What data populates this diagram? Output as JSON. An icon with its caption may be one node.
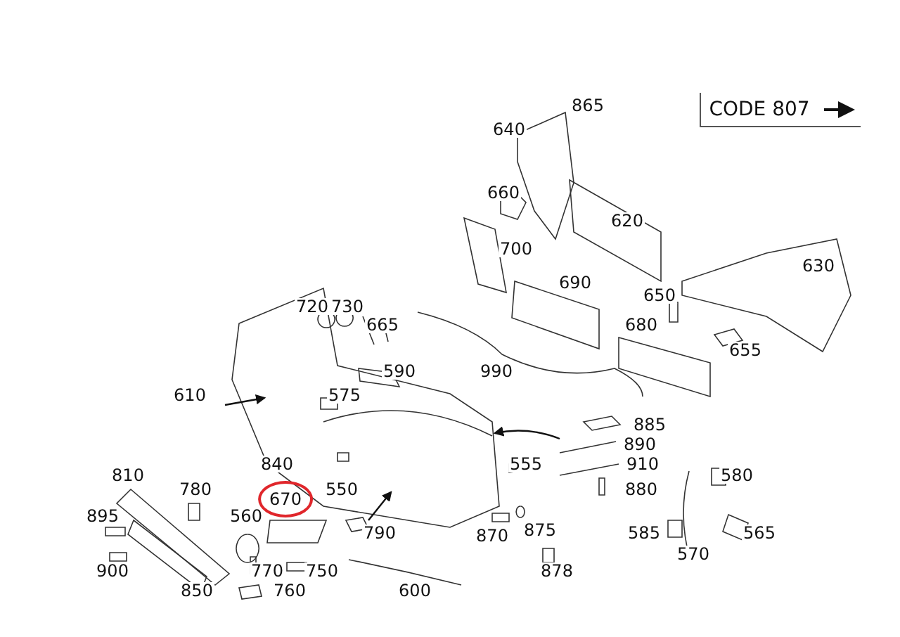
{
  "diagram": {
    "nodes": [
      {
        "text": [
          "670"
        ]
      }
    ],
    "edges": [],
    "labels": [
      "865",
      "CODE 807",
      "640",
      "660",
      "620",
      "700",
      "630",
      "690",
      "650",
      "720",
      "730",
      "665",
      "680",
      "655",
      "590",
      "990",
      "610",
      "575",
      "885",
      "890",
      "840",
      "555",
      "910",
      "810",
      "580",
      "780",
      "550",
      "880",
      "895",
      "560",
      "790",
      "870",
      "875",
      "585",
      "565",
      "570",
      "900",
      "770",
      "750",
      "878",
      "850",
      "760",
      "600"
    ]
  }
}
